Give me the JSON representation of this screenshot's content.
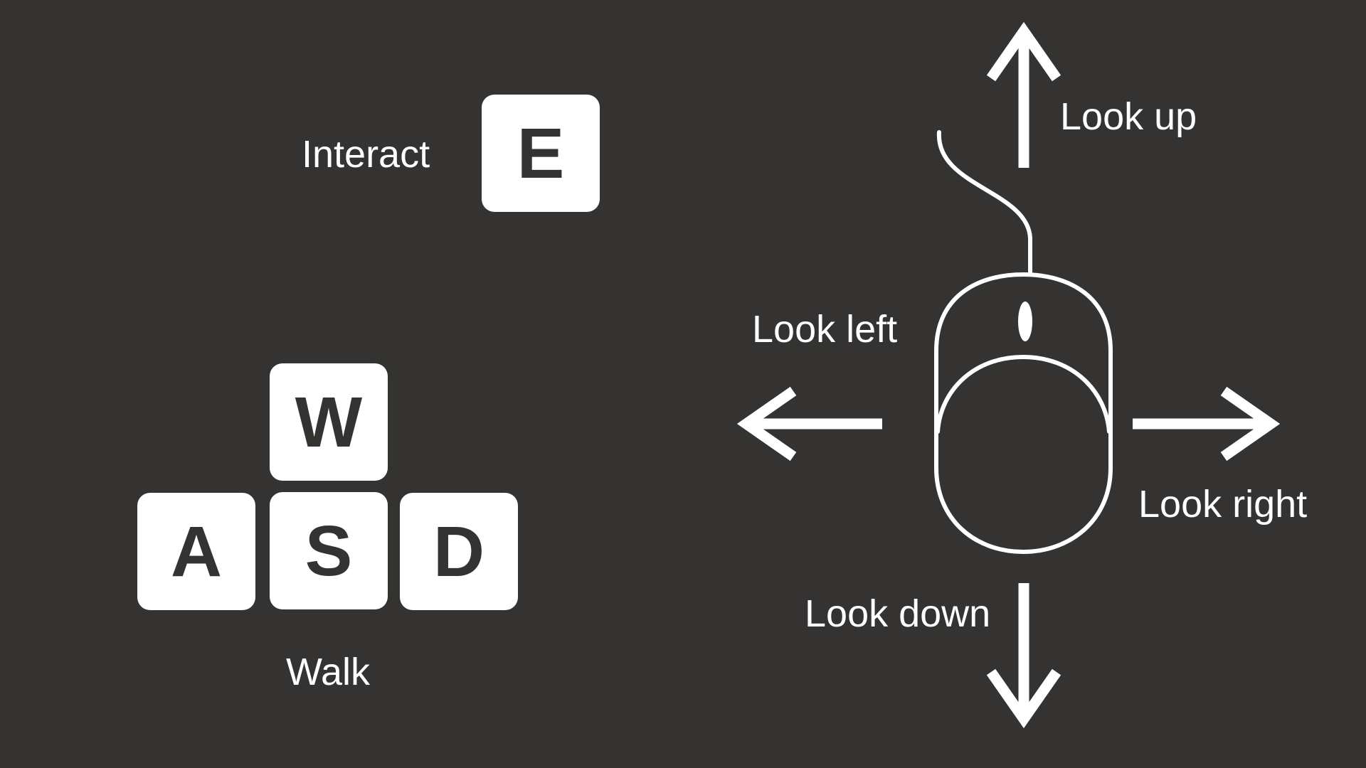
{
  "colors": {
    "background": "#343331",
    "foreground": "#ffffff",
    "key_text": "#343331"
  },
  "keyboard": {
    "interact": {
      "label": "Interact",
      "key": "E"
    },
    "walk": {
      "label": "Walk",
      "keys": {
        "up": "W",
        "left": "A",
        "down": "S",
        "right": "D"
      }
    }
  },
  "mouse": {
    "icon": "mouse-icon",
    "look_up": "Look up",
    "look_left": "Look left",
    "look_right": "Look right",
    "look_down": "Look down"
  }
}
